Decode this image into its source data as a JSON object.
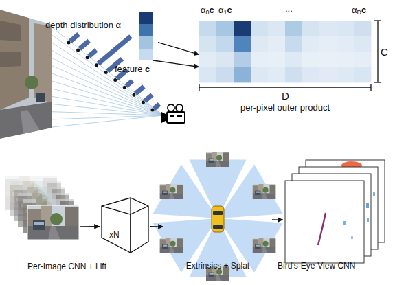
{
  "diagram": {
    "nodes": [
      {
        "text": [
          "depth distribution α"
        ]
      },
      {
        "text": [
          "feature c"
        ]
      },
      {
        "text": [
          "α0c",
          "α1c",
          "...",
          "αDc",
          "C",
          "D",
          "per-pixel outer product"
        ]
      },
      {
        "text": [
          "Per-Image CNN + Lift"
        ]
      },
      {
        "text": [
          "xN"
        ]
      },
      {
        "text": [
          "Extrinsics + Splat"
        ]
      },
      {
        "text": [
          "Bird's-Eye-View CNN"
        ]
      }
    ],
    "edges": [
      {
        "from": 0,
        "to": 2,
        "arrow": "to"
      },
      {
        "from": 1,
        "to": 2,
        "arrow": "to"
      },
      {
        "from": 3,
        "to": 4,
        "arrow": "to"
      },
      {
        "from": 4,
        "to": 5,
        "arrow": "to"
      },
      {
        "from": 5,
        "to": 6,
        "arrow": "to"
      }
    ]
  }
}
